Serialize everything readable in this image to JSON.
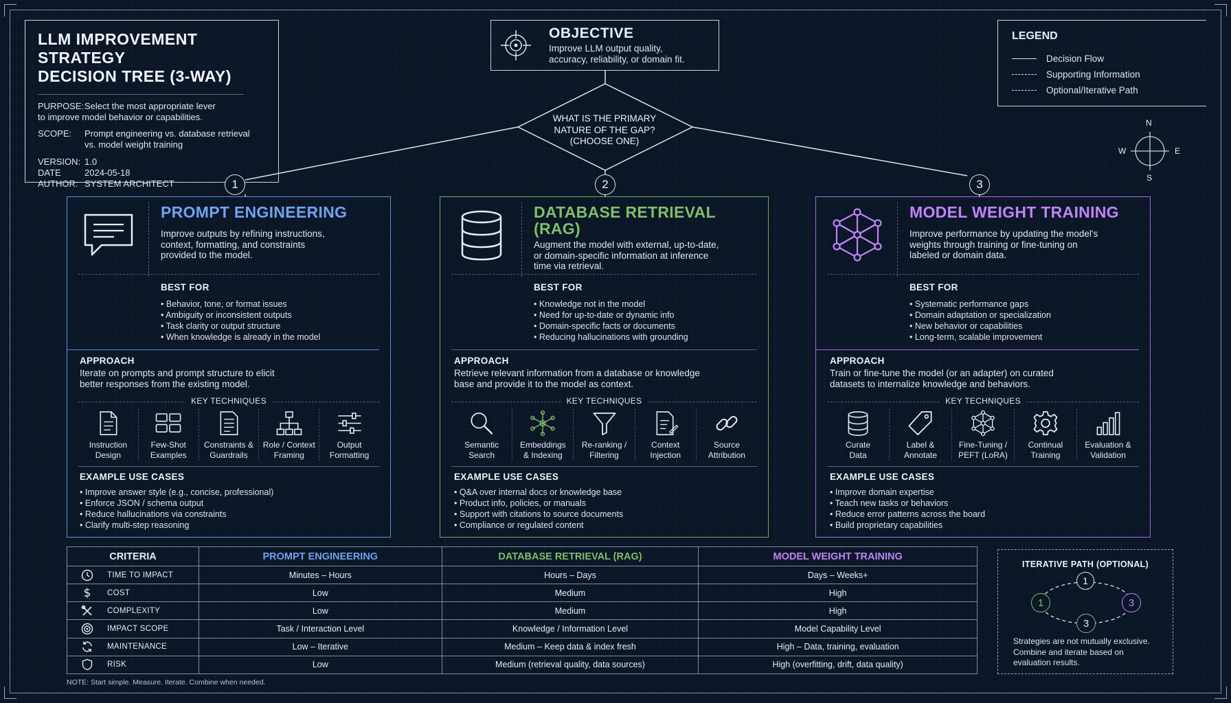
{
  "title_block": {
    "title_line1": "LLM IMPROVEMENT STRATEGY",
    "title_line2": "DECISION TREE (3-WAY)",
    "purpose_label": "PURPOSE:",
    "purpose_line1": "Select the most appropriate lever",
    "purpose_line2": "to improve model behavior or capabilities.",
    "scope_label": "SCOPE:",
    "scope_line1": "Prompt engineering vs. database retrieval",
    "scope_line2": "vs. model weight training",
    "version_label": "VERSION:",
    "version": "1.0",
    "date_label": "DATE",
    "date": "2024-05-18",
    "author_label": "AUTHOR:",
    "author": "SYSTEM ARCHITECT"
  },
  "objective": {
    "title": "OBJECTIVE",
    "line1": "Improve LLM output quality,",
    "line2": "accuracy, reliability, or domain fit.",
    "icon": "crosshair-target-icon"
  },
  "legend": {
    "title": "LEGEND",
    "items": [
      "Decision Flow",
      "Supporting Information",
      "Optional/Iterative Path"
    ]
  },
  "decision": {
    "line1": "WHAT IS THE PRIMARY",
    "line2": "NATURE OF THE GAP?",
    "line3": "(CHOOSE ONE)"
  },
  "compass": {
    "n": "N",
    "s": "S",
    "e": "E",
    "w": "W"
  },
  "branches": [
    "1",
    "2",
    "3"
  ],
  "colors": {
    "prompt": "#6fa3ef",
    "rag": "#7fbf6a",
    "training": "#c084f5",
    "line": "#dfe6ee",
    "background": "#0b1627"
  },
  "cards": [
    {
      "icon": "chat-bubble-icon",
      "title_line1": "PROMPT ENGINEERING",
      "title_line2": "",
      "desc": [
        "Improve outputs by refining instructions,",
        "context, formatting, and constraints",
        "provided to the model."
      ],
      "best_for_label": "BEST FOR",
      "best_for": [
        "Behavior, tone, or format issues",
        "Ambiguity or inconsistent outputs",
        "Task clarity or output structure",
        "When knowledge is already in the model"
      ],
      "approach_label": "APPROACH",
      "approach": [
        "Iterate on prompts and prompt structure to elicit",
        "better responses from the existing model."
      ],
      "key_techniques_label": "KEY TECHNIQUES",
      "techniques": [
        {
          "icon": "document-icon",
          "l1": "Instruction",
          "l2": "Design"
        },
        {
          "icon": "grid-examples-icon",
          "l1": "Few-Shot",
          "l2": "Examples"
        },
        {
          "icon": "checklist-icon",
          "l1": "Constraints &",
          "l2": "Guardrails"
        },
        {
          "icon": "hierarchy-icon",
          "l1": "Role / Context",
          "l2": "Framing"
        },
        {
          "icon": "sliders-icon",
          "l1": "Output",
          "l2": "Formatting"
        }
      ],
      "use_cases_label": "EXAMPLE USE CASES",
      "use_cases": [
        "Improve answer style (e.g., concise, professional)",
        "Enforce JSON / schema output",
        "Reduce hallucinations via constraints",
        "Clarify multi-step reasoning"
      ]
    },
    {
      "icon": "database-icon",
      "title_line1": "DATABASE RETRIEVAL",
      "title_line2": "(RAG)",
      "desc": [
        "Augment the model with external, up-to-date,",
        "or domain-specific information at inference",
        "time via retrieval."
      ],
      "best_for_label": "BEST FOR",
      "best_for": [
        "Knowledge not in the model",
        "Need for up-to-date or dynamic info",
        "Domain-specific facts or documents",
        "Reducing hallucinations with grounding"
      ],
      "approach_label": "APPROACH",
      "approach": [
        "Retrieve relevant information from a database or knowledge",
        "base and provide it to the model as context."
      ],
      "key_techniques_label": "KEY TECHNIQUES",
      "techniques": [
        {
          "icon": "magnifier-icon",
          "l1": "Semantic",
          "l2": "Search"
        },
        {
          "icon": "network-icon",
          "l1": "Embeddings",
          "l2": "& Indexing"
        },
        {
          "icon": "funnel-icon",
          "l1": "Re-ranking /",
          "l2": "Filtering"
        },
        {
          "icon": "document-edit-icon",
          "l1": "Context",
          "l2": "Injection"
        },
        {
          "icon": "link-icon",
          "l1": "Source",
          "l2": "Attribution"
        }
      ],
      "use_cases_label": "EXAMPLE USE CASES",
      "use_cases": [
        "Q&A over internal docs or knowledge base",
        "Product info, policies, or manuals",
        "Support with citations to source documents",
        "Compliance or regulated content"
      ]
    },
    {
      "icon": "neural-cube-icon",
      "title_line1": "MODEL WEIGHT TRAINING",
      "title_line2": "",
      "desc": [
        "Improve performance by updating the model's",
        "weights through training or fine-tuning on",
        "labeled or domain data."
      ],
      "best_for_label": "BEST FOR",
      "best_for": [
        "Systematic performance gaps",
        "Domain adaptation or specialization",
        "New behavior or capabilities",
        "Long-term, scalable improvement"
      ],
      "approach_label": "APPROACH",
      "approach": [
        "Train or fine-tune the model (or an adapter) on curated",
        "datasets to internalize knowledge and behaviors."
      ],
      "key_techniques_label": "KEY TECHNIQUES",
      "techniques": [
        {
          "icon": "database-stack-icon",
          "l1": "Curate",
          "l2": "Data"
        },
        {
          "icon": "tag-icon",
          "l1": "Label &",
          "l2": "Annotate"
        },
        {
          "icon": "molecule-icon",
          "l1": "Fine-Tuning /",
          "l2": "PEFT (LoRA)"
        },
        {
          "icon": "gear-icon",
          "l1": "Continual",
          "l2": "Training"
        },
        {
          "icon": "bar-chart-icon",
          "l1": "Evaluation &",
          "l2": "Validation"
        }
      ],
      "use_cases_label": "EXAMPLE USE CASES",
      "use_cases": [
        "Improve domain expertise",
        "Teach new tasks or behaviors",
        "Reduce error patterns across the board",
        "Build proprietary capabilities"
      ]
    }
  ],
  "table": {
    "headers": [
      "CRITERIA",
      "PROMPT ENGINEERING",
      "DATABASE RETRIEVAL (RAG)",
      "MODEL WEIGHT TRAINING"
    ],
    "rows": [
      {
        "icon": "clock-icon",
        "criteria": "TIME TO IMPACT",
        "pe": "Minutes – Hours",
        "rag": "Hours – Days",
        "mwt": "Days – Weeks+"
      },
      {
        "icon": "dollar-icon",
        "criteria": "COST",
        "pe": "Low",
        "rag": "Medium",
        "mwt": "High"
      },
      {
        "icon": "tools-icon",
        "criteria": "COMPLEXITY",
        "pe": "Low",
        "rag": "Medium",
        "mwt": "High"
      },
      {
        "icon": "target-icon",
        "criteria": "IMPACT SCOPE",
        "pe": "Task / Interaction Level",
        "rag": "Knowledge / Information Level",
        "mwt": "Model Capability Level"
      },
      {
        "icon": "refresh-icon",
        "criteria": "MAINTENANCE",
        "pe": "Low – Iterative",
        "rag": "Medium – Keep data & index fresh",
        "mwt": "High – Data, training, evaluation"
      },
      {
        "icon": "shield-icon",
        "criteria": "RISK",
        "pe": "Low",
        "rag": "Medium (retrieval quality, data sources)",
        "mwt": "High (overfitting, drift, data quality)"
      }
    ]
  },
  "iterative": {
    "title": "ITERATIVE PATH (OPTIONAL)",
    "nodes": [
      "1",
      "1",
      "3",
      "3"
    ],
    "note": [
      "Strategies are not mutually exclusive.",
      "Combine and iterate based on",
      "evaluation results."
    ]
  },
  "note": "NOTE: Start simple. Measure. Iterate. Combine when needed."
}
